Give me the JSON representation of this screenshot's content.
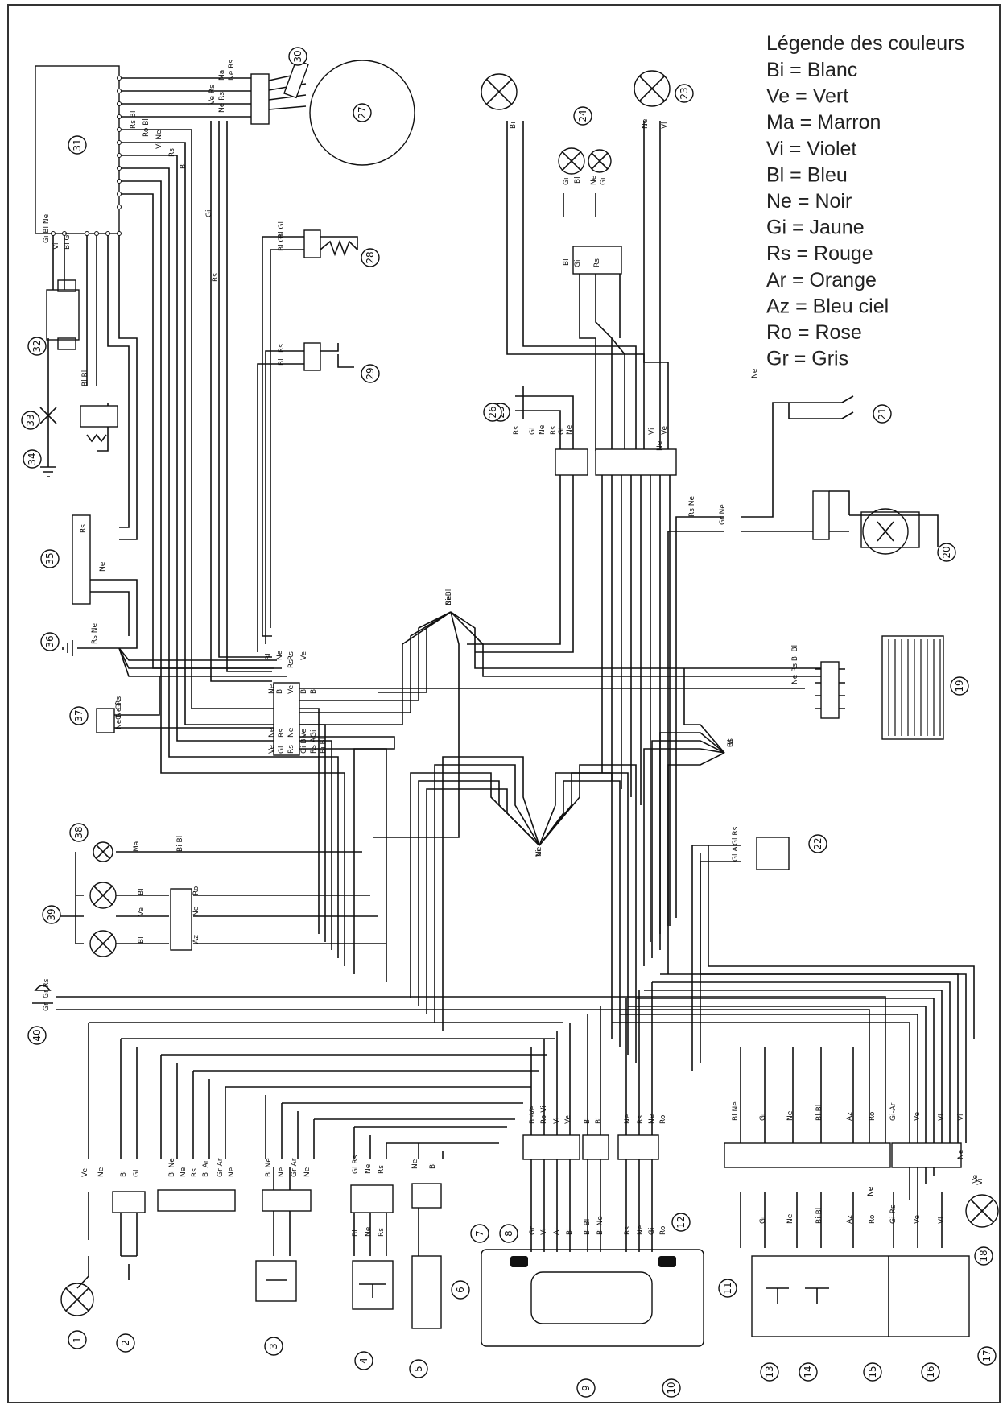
{
  "legend": {
    "title": "Légende des couleurs",
    "entries": [
      "Bi = Blanc",
      "Ve = Vert",
      "Ma = Marron",
      "Vi = Violet",
      "Bl = Bleu",
      "Ne = Noir",
      "Gi = Jaune",
      "Rs = Rouge",
      "Ar = Orange",
      "Az = Bleu ciel",
      "Ro = Rose",
      "Gr = Gris"
    ]
  },
  "components": [
    {
      "n": "1"
    },
    {
      "n": "2"
    },
    {
      "n": "3"
    },
    {
      "n": "4"
    },
    {
      "n": "5"
    },
    {
      "n": "6"
    },
    {
      "n": "7"
    },
    {
      "n": "8"
    },
    {
      "n": "9"
    },
    {
      "n": "10"
    },
    {
      "n": "11"
    },
    {
      "n": "12"
    },
    {
      "n": "13"
    },
    {
      "n": "14"
    },
    {
      "n": "15"
    },
    {
      "n": "16"
    },
    {
      "n": "17"
    },
    {
      "n": "18"
    },
    {
      "n": "19"
    },
    {
      "n": "20"
    },
    {
      "n": "21"
    },
    {
      "n": "22"
    },
    {
      "n": "23"
    },
    {
      "n": "24"
    },
    {
      "n": "25"
    },
    {
      "n": "26"
    },
    {
      "n": "27"
    },
    {
      "n": "28"
    },
    {
      "n": "29"
    },
    {
      "n": "30"
    },
    {
      "n": "31"
    },
    {
      "n": "32"
    },
    {
      "n": "33"
    },
    {
      "n": "34"
    },
    {
      "n": "35"
    },
    {
      "n": "36"
    },
    {
      "n": "37"
    },
    {
      "n": "38"
    },
    {
      "n": "39"
    },
    {
      "n": "40"
    }
  ],
  "wire_labels": [
    "Bi-Bl",
    "Ne",
    "Rs",
    "Ne",
    "Ve",
    "Vi",
    "Ve",
    "Ne",
    "Gi",
    "Rs",
    "Ne",
    "Gi",
    "Rs",
    "Ne",
    "Gi",
    "Bl",
    "Bl",
    "Gi",
    "Rs",
    "Ne",
    "Gi",
    "Vi",
    "Vi",
    "Rs Ne",
    "Gr Ne",
    "Ne",
    "Ne",
    "Bi",
    "Ne Rs Bl Bl",
    "Rs",
    "Gi Rs",
    "Gi Ar",
    "Ma",
    "Bi Bl",
    "Bl",
    "Ro",
    "Ve",
    "Ne",
    "Bl",
    "Az",
    "Gr Rs",
    "Gr",
    "Ve",
    "Ne",
    "Bl",
    "Gi",
    "Bl Ne",
    "Ne",
    "Rs",
    "Bi Ar",
    "Gr Ar",
    "Ne",
    "Bl Ne",
    "Ne",
    "Gr Ar",
    "Ne",
    "Gi Rs",
    "Ne",
    "Rs",
    "Bl",
    "Ne",
    "Rs",
    "Ne",
    "Bl",
    "Bl-Ve",
    "Ro Vi",
    "Vi",
    "Ve",
    "Bl",
    "Bl",
    "Ne",
    "Rs",
    "Ne",
    "Ro",
    "Gr",
    "Vi",
    "Ar",
    "Bl",
    "Bl-Bl",
    "Bl Ne",
    "Rs",
    "Ne",
    "Gi",
    "Ro",
    "Bl Ne",
    "Gr",
    "Ne",
    "Bl-Bl",
    "Az",
    "Ro",
    "Gi-Ar",
    "Ve",
    "Vi",
    "Vi",
    "Gr",
    "Ne",
    "Bi-Bl",
    "Az",
    "Ro",
    "Gi-Rs",
    "Ve",
    "Vi",
    "Ne",
    "Vi",
    "Bl Gi",
    "Bl Bl",
    "Gi Bl Ne",
    "Ma",
    "Ne Rs",
    "Ve Rs",
    "Ne Rs",
    "Rs Bl",
    "Ro Bl",
    "Vi Ne",
    "Rs",
    "Bl",
    "Gi",
    "Rs",
    "Bl Gi",
    "Bl Gi",
    "Rs",
    "Bl",
    "Rs",
    "Ne",
    "Rs Ne",
    "Gi Gi",
    "Ne Ne Rs",
    "Ne",
    "Bi",
    "Ve",
    "Bl",
    "Ne",
    "Rs",
    "Ne",
    "Ve",
    "Bl",
    "Gi",
    "Ve",
    "Gi",
    "Rs",
    "Gi Bl",
    "Rs Ar",
    "Bi Bl",
    "Bl",
    "Ne",
    "Rs",
    "Ve",
    "Ne",
    "Vi",
    "Gi",
    "Ne"
  ]
}
